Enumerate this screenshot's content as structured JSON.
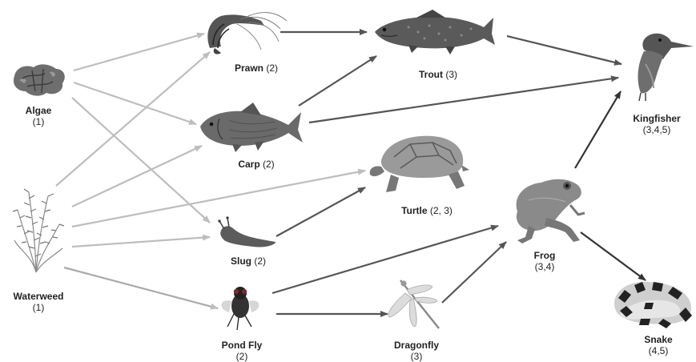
{
  "organisms": {
    "algae": {
      "name": "Algae",
      "levels": "(1)"
    },
    "waterweed": {
      "name": "Waterweed",
      "levels": "(1)"
    },
    "prawn": {
      "name": "Prawn",
      "levels": "(2)"
    },
    "carp": {
      "name": "Carp",
      "levels": "(2)"
    },
    "slug": {
      "name": "Slug",
      "levels": "(2)"
    },
    "pond_fly": {
      "name": "Pond Fly",
      "levels": "(2)"
    },
    "trout": {
      "name": "Trout",
      "levels": "(3)"
    },
    "turtle": {
      "name": "Turtle",
      "levels": "(2, 3)"
    },
    "dragonfly": {
      "name": "Dragonfly",
      "levels": "(3)"
    },
    "frog": {
      "name": "Frog",
      "levels": "(3,4)"
    },
    "kingfisher": {
      "name": "Kingfisher",
      "levels": "(3,4,5)"
    },
    "snake": {
      "name": "Snake",
      "levels": "(4,5)"
    }
  },
  "links": [
    {
      "from": "algae",
      "to": "prawn"
    },
    {
      "from": "algae",
      "to": "carp"
    },
    {
      "from": "algae",
      "to": "slug"
    },
    {
      "from": "waterweed",
      "to": "prawn"
    },
    {
      "from": "waterweed",
      "to": "carp"
    },
    {
      "from": "waterweed",
      "to": "turtle"
    },
    {
      "from": "waterweed",
      "to": "slug"
    },
    {
      "from": "waterweed",
      "to": "pond_fly"
    },
    {
      "from": "prawn",
      "to": "trout"
    },
    {
      "from": "carp",
      "to": "trout"
    },
    {
      "from": "carp",
      "to": "kingfisher"
    },
    {
      "from": "trout",
      "to": "kingfisher"
    },
    {
      "from": "slug",
      "to": "turtle"
    },
    {
      "from": "pond_fly",
      "to": "frog"
    },
    {
      "from": "pond_fly",
      "to": "dragonfly"
    },
    {
      "from": "dragonfly",
      "to": "frog"
    },
    {
      "from": "frog",
      "to": "kingfisher"
    },
    {
      "from": "frog",
      "to": "snake"
    }
  ],
  "colors": {
    "producer_arrow": "#bdbdbd",
    "consumer_arrow": "#555555",
    "dark_arrow": "#333333"
  }
}
